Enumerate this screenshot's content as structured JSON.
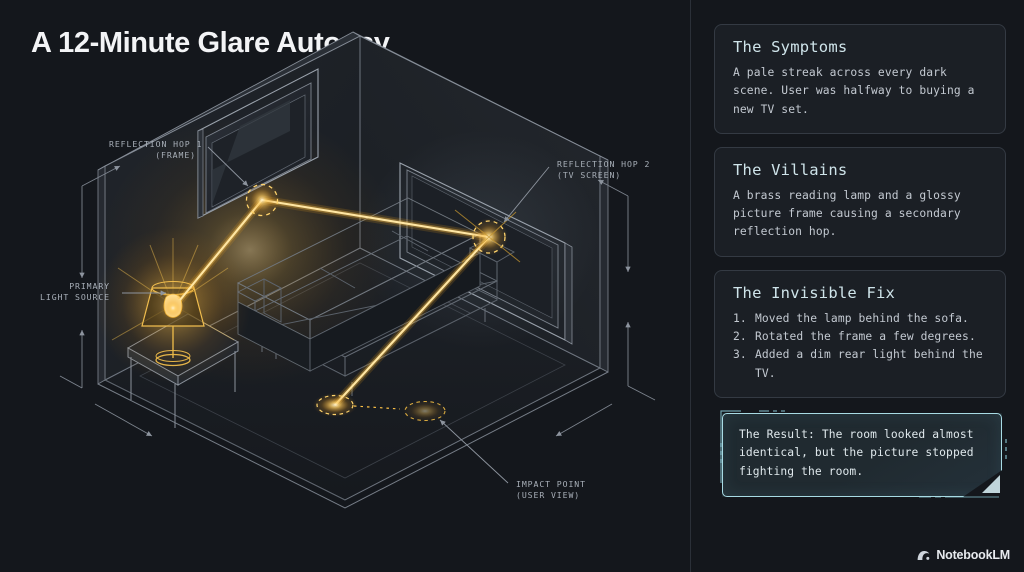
{
  "page": {
    "title": "A 12-Minute Glare Autopsy",
    "background_color": "#14171c"
  },
  "diagram": {
    "name": "isometric-room-glare-raytrace",
    "accent_color": "#ffc94d",
    "wireframe_color": "#8d949e",
    "annotations": [
      {
        "id": "primary-light-source",
        "line1": "PRIMARY",
        "line2": "LIGHT SOURCE"
      },
      {
        "id": "reflection-hop-1",
        "line1": "REFLECTION HOP 1",
        "line2": "(FRAME)"
      },
      {
        "id": "reflection-hop-2",
        "line1": "REFLECTION HOP 2",
        "line2": "(TV SCREEN)"
      },
      {
        "id": "impact-point",
        "line1": "IMPACT POINT",
        "line2": "(USER VIEW)"
      }
    ]
  },
  "cards": [
    {
      "id": "symptoms",
      "title": "The Symptoms",
      "body": "A pale streak across every dark scene. User was halfway to buying a new TV set."
    },
    {
      "id": "villains",
      "title": "The Villains",
      "body": "A brass reading lamp and a glossy picture frame causing a secondary reflection hop."
    },
    {
      "id": "invisible-fix",
      "title": "The Invisible Fix",
      "items": [
        "Moved the lamp behind the sofa.",
        "Rotated the frame a few degrees.",
        "Added a dim rear light behind the TV."
      ]
    }
  ],
  "result": {
    "text": "The Result: The room looked almost identical, but the picture stopped fighting the room.",
    "accent_color": "#a8dbe4"
  },
  "brand": {
    "name": "NotebookLM",
    "icon": "notebooklm-spark-icon"
  }
}
